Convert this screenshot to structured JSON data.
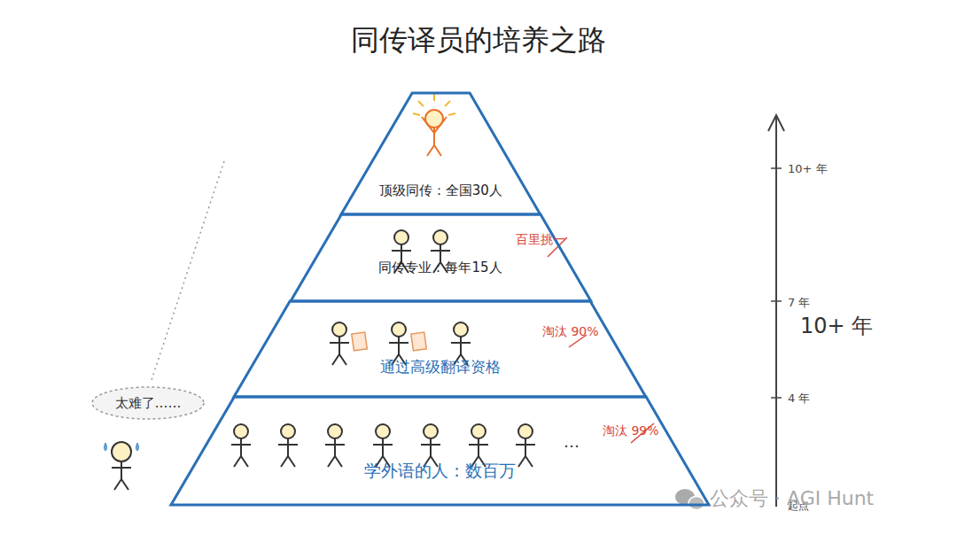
{
  "diagram": {
    "title": "同传译员的培养之路",
    "nodes": [
      {
        "text": [
          "顶级同传：全国30人"
        ]
      },
      {
        "text": [
          "同传专业：每年15人"
        ]
      },
      {
        "text": [
          "通过高级翻译资格"
        ]
      },
      {
        "text": [
          "学外语的人：数百万"
        ]
      },
      {
        "text": [
          "太难了……"
        ]
      }
    ],
    "labels": [
      "百里挑一",
      "淘汰 90%",
      "淘汰 99%",
      "…",
      "10+ 年",
      "7 年",
      "4 年",
      "起点",
      "10+ 年",
      "公众号 · AGI Hunt"
    ]
  }
}
